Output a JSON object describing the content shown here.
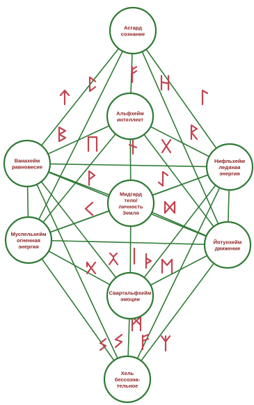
{
  "diagram": {
    "colors": {
      "line": "#2f7a35",
      "label": "#8a1e1e",
      "rune": "#c2434e",
      "background": "#ffffff"
    },
    "nodes": [
      {
        "id": "asgard",
        "lines": [
          "Асгард",
          "сознание"
        ]
      },
      {
        "id": "alfheim",
        "lines": [
          "Альфхейм",
          "интеллект"
        ]
      },
      {
        "id": "vanaheim",
        "lines": [
          "Ванахейм",
          "равновесие"
        ]
      },
      {
        "id": "niflheim",
        "lines": [
          "Нифльхейм",
          "ледяная",
          "энергия"
        ]
      },
      {
        "id": "midgard",
        "lines": [
          "Мидгард",
          "тело/",
          "личность",
          "Земля"
        ]
      },
      {
        "id": "muspelheim",
        "lines": [
          "Муспельхейм",
          "огненная",
          "энергия"
        ]
      },
      {
        "id": "jotunheim",
        "lines": [
          "Йотунхейм",
          "движение"
        ]
      },
      {
        "id": "svartalfheim",
        "lines": [
          "Свартальфхейм",
          "эмоции"
        ]
      },
      {
        "id": "hel",
        "lines": [
          "Хель",
          "бессозна-",
          "тельное"
        ]
      }
    ],
    "edges": [
      [
        "asgard",
        "alfheim"
      ],
      [
        "asgard",
        "vanaheim"
      ],
      [
        "asgard",
        "niflheim"
      ],
      [
        "asgard",
        "muspelheim"
      ],
      [
        "asgard",
        "jotunheim"
      ],
      [
        "alfheim",
        "vanaheim"
      ],
      [
        "alfheim",
        "niflheim"
      ],
      [
        "alfheim",
        "midgard"
      ],
      [
        "alfheim",
        "muspelheim"
      ],
      [
        "alfheim",
        "jotunheim"
      ],
      [
        "vanaheim",
        "niflheim"
      ],
      [
        "vanaheim",
        "midgard"
      ],
      [
        "vanaheim",
        "muspelheim"
      ],
      [
        "vanaheim",
        "jotunheim"
      ],
      [
        "vanaheim",
        "svartalfheim"
      ],
      [
        "vanaheim",
        "hel"
      ],
      [
        "niflheim",
        "midgard"
      ],
      [
        "niflheim",
        "jotunheim"
      ],
      [
        "niflheim",
        "muspelheim"
      ],
      [
        "niflheim",
        "svartalfheim"
      ],
      [
        "niflheim",
        "hel"
      ],
      [
        "midgard",
        "muspelheim"
      ],
      [
        "midgard",
        "jotunheim"
      ],
      [
        "midgard",
        "svartalfheim"
      ],
      [
        "muspelheim",
        "jotunheim"
      ],
      [
        "muspelheim",
        "svartalfheim"
      ],
      [
        "muspelheim",
        "hel"
      ],
      [
        "jotunheim",
        "svartalfheim"
      ],
      [
        "jotunheim",
        "hel"
      ],
      [
        "svartalfheim",
        "hel"
      ]
    ],
    "runes": [
      {
        "name": "fehu-rune"
      },
      {
        "name": "uruz-rune"
      },
      {
        "name": "thurisaz-rune"
      },
      {
        "name": "ansuz-rune"
      },
      {
        "name": "raidho-rune"
      },
      {
        "name": "kenaz-rune"
      },
      {
        "name": "gebo-rune"
      },
      {
        "name": "wunjo-rune"
      },
      {
        "name": "hagalaz-rune"
      },
      {
        "name": "nauthiz-rune"
      },
      {
        "name": "isa-rune"
      },
      {
        "name": "jera-rune"
      },
      {
        "name": "eihwaz-rune"
      },
      {
        "name": "perthro-rune"
      },
      {
        "name": "algiz-rune"
      },
      {
        "name": "sowilo-rune"
      },
      {
        "name": "tiwaz-rune"
      },
      {
        "name": "berkano-rune"
      },
      {
        "name": "ehwaz-rune"
      },
      {
        "name": "mannaz-rune"
      },
      {
        "name": "laguz-rune"
      },
      {
        "name": "ingwaz-rune"
      },
      {
        "name": "dagaz-rune"
      },
      {
        "name": "othala-rune"
      }
    ]
  }
}
